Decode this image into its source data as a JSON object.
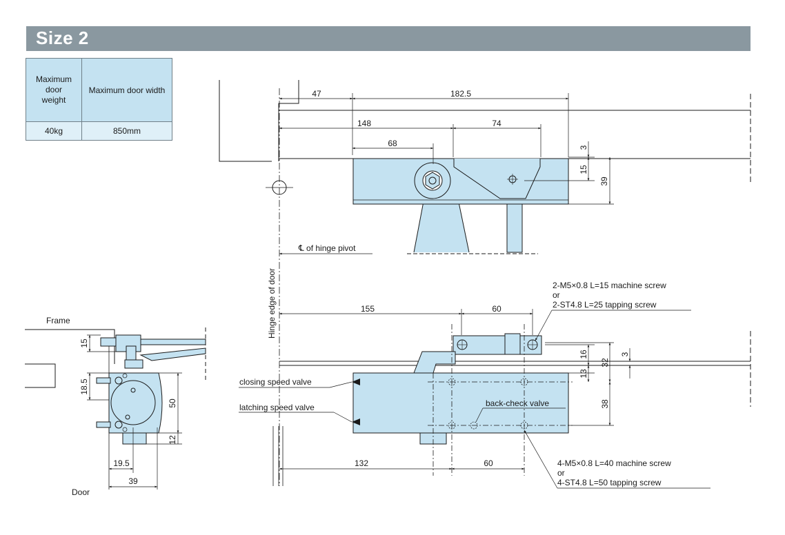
{
  "header": {
    "title": "Size 2"
  },
  "spec_table": {
    "col1_header": "Maximum door weight",
    "col2_header": "Maximum door width",
    "weight": "40kg",
    "width": "850mm"
  },
  "colors": {
    "banner": "#8a98a0",
    "body": "#c4e2f1",
    "table_value": "#dff0f8"
  },
  "top_view": {
    "dim_47": "47",
    "dim_182_5": "182.5",
    "dim_148": "148",
    "dim_74": "74",
    "dim_68": "68",
    "dim_3": "3",
    "dim_15": "15",
    "dim_39": "39",
    "pivot_label": "℄ of hinge pivot"
  },
  "front_view": {
    "hinge_edge_label": "Hinge edge of door",
    "dim_155": "155",
    "dim_60_top": "60",
    "dim_16": "16",
    "dim_32": "32",
    "dim_3": "3",
    "dim_13": "13",
    "dim_38": "38",
    "dim_132": "132",
    "dim_60_bottom": "60",
    "closing_valve": "closing speed valve",
    "latching_valve": "latching speed valve",
    "backcheck_valve": "back-check valve",
    "screw_top_1": "2-M5×0.8 L=15 machine screw",
    "screw_top_or": "or",
    "screw_top_2": "2-ST4.8 L=25 tapping screw",
    "screw_bottom_1": "4-M5×0.8 L=40 machine screw",
    "screw_bottom_or": "or",
    "screw_bottom_2": "4-ST4.8 L=50 tapping screw"
  },
  "side_view": {
    "frame_label": "Frame",
    "door_label": "Door",
    "dim_15": "15",
    "dim_18_5": "18.5",
    "dim_50": "50",
    "dim_12": "12",
    "dim_19_5": "19.5",
    "dim_39": "39"
  }
}
